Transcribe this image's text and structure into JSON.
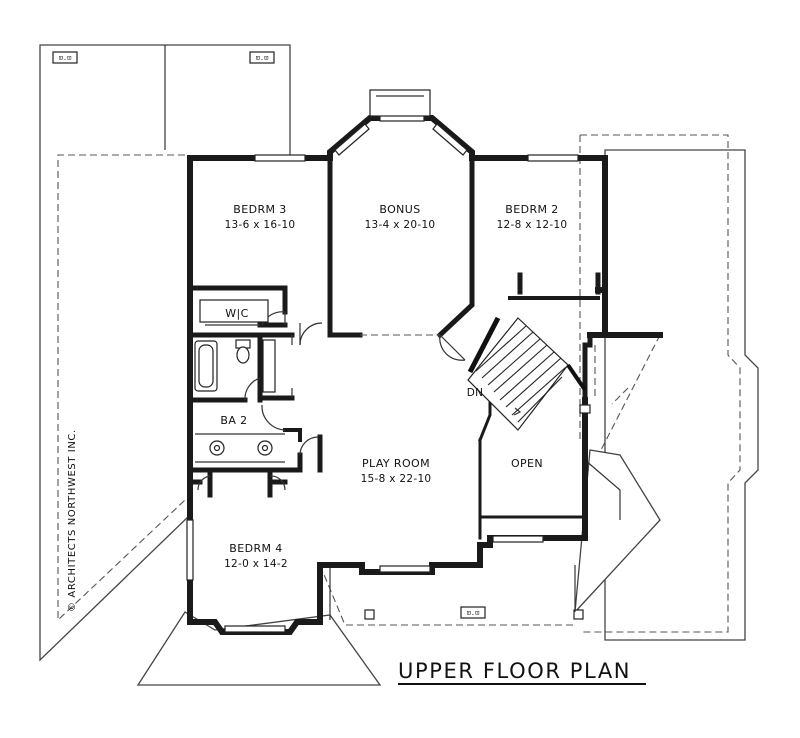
{
  "title": "UPPER FLOOR PLAN",
  "copyright": "© ARCHITECTS NORTHWEST INC.",
  "vent_label": "⊡.⊡",
  "rooms": {
    "bedrm3": {
      "name": "BEDRM 3",
      "dims": "13-6 x 16-10"
    },
    "bonus": {
      "name": "BONUS",
      "dims": "13-4 x 20-10"
    },
    "bedrm2": {
      "name": "BEDRM 2",
      "dims": "12-8 x 12-10"
    },
    "wic": {
      "name": "W|C"
    },
    "ba2": {
      "name": "BA 2"
    },
    "playroom": {
      "name": "PLAY ROOM",
      "dims": "15-8 x 22-10"
    },
    "open": {
      "name": "OPEN"
    },
    "bedrm4": {
      "name": "BEDRM 4",
      "dims": "12-0 x 14-2"
    }
  },
  "stair_label": "DN"
}
